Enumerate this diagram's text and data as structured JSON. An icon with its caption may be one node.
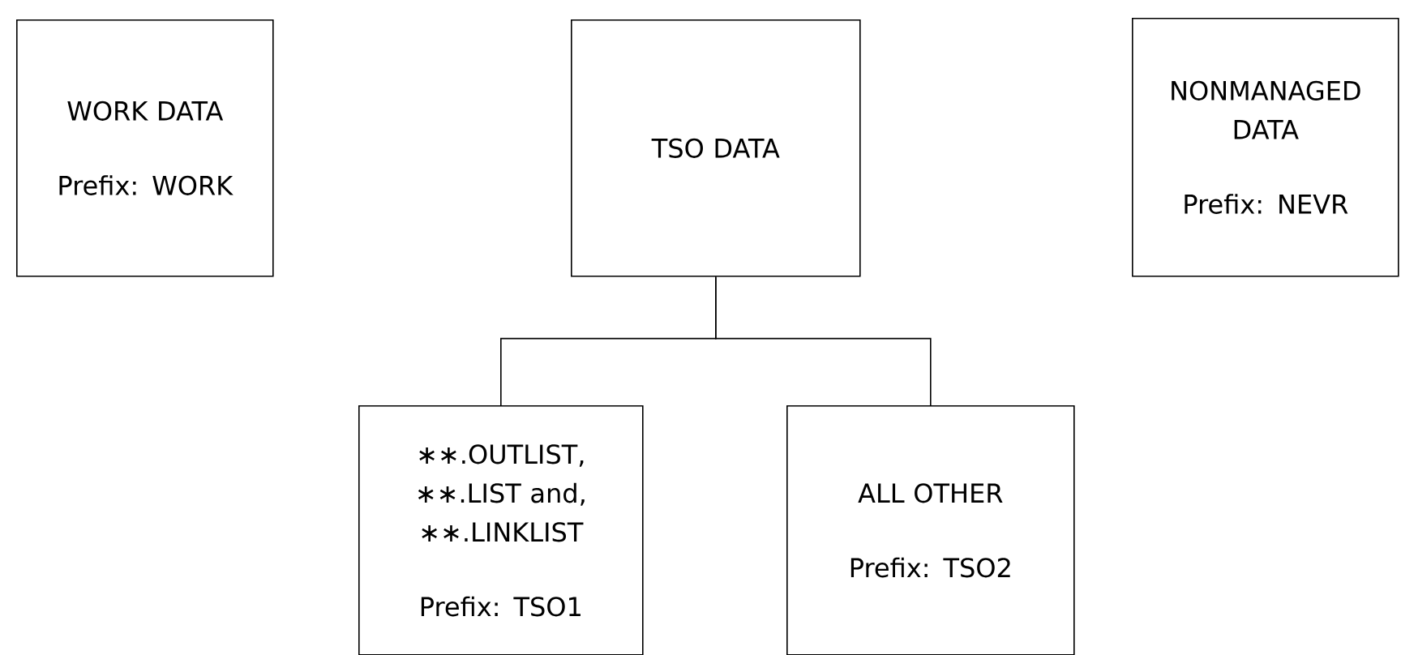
{
  "diagram": {
    "nodes": [
      {
        "text": [
          "WORK DATA",
          "Prefix: WORK"
        ]
      },
      {
        "text": [
          "TSO DATA"
        ]
      },
      {
        "text": [
          "NONMANAGED DATA",
          "Prefix: NEVR"
        ]
      },
      {
        "text": [
          "∗∗.OUTLIST, ∗∗.LIST and, ∗∗.LINKLIST",
          "Prefix: TSO1"
        ]
      },
      {
        "text": [
          "ALL OTHER",
          "Prefix: TSO2"
        ]
      }
    ],
    "edges": [
      {
        "from": 1,
        "to": 3,
        "arrow": "none"
      },
      {
        "from": 1,
        "to": 4,
        "arrow": "none"
      }
    ]
  }
}
